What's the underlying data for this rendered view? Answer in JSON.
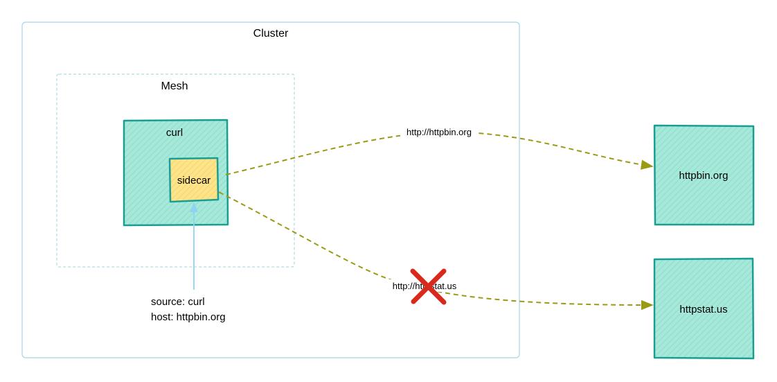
{
  "colors": {
    "cluster_border": "#a8d4e6",
    "mesh_border": "#9fd3d9",
    "node_fill": "#a6e8d9",
    "node_stroke": "#1a9e94",
    "sidecar_fill": "#fde38a",
    "sidecar_stroke": "#1a9e94",
    "edge": "#9a9a14",
    "source_arrow": "#8fd3f2",
    "blocked_mark": "#d9291c"
  },
  "cluster": {
    "label": "Cluster"
  },
  "mesh": {
    "label": "Mesh"
  },
  "nodes": {
    "curl": {
      "label": "curl"
    },
    "sidecar": {
      "label": "sidecar"
    },
    "httpbin": {
      "label": "httpbin.org"
    },
    "httpstat": {
      "label": "httpstat.us"
    }
  },
  "edges": {
    "allowed": {
      "label": "http://httpbin.org"
    },
    "blocked": {
      "label": "http://httpstat.us"
    }
  },
  "request_note": {
    "line1": "source: curl",
    "line2": "host: httpbin.org"
  }
}
